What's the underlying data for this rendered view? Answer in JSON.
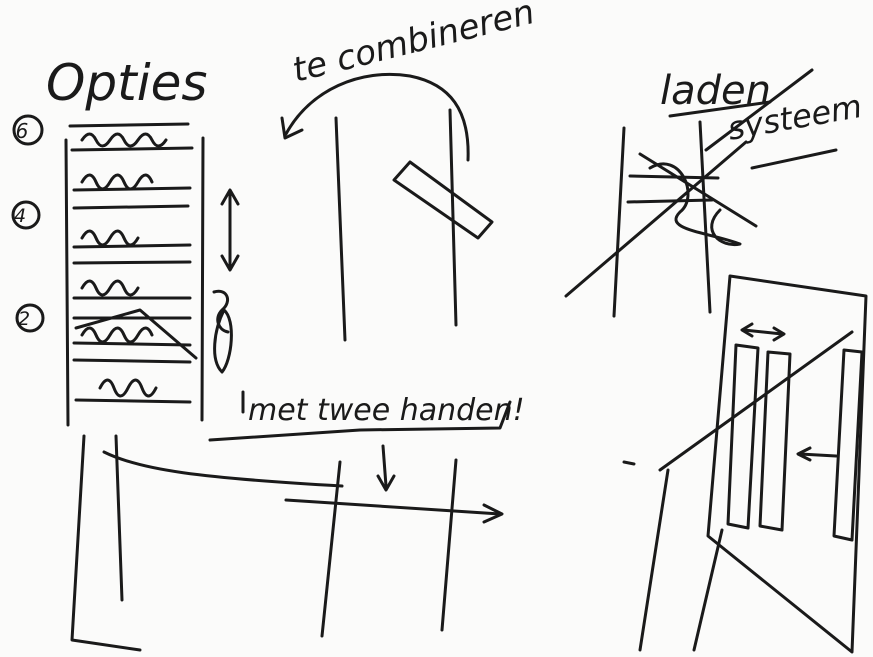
{
  "colors": {
    "paper": "#fbfbfa",
    "ink": "#1a1a1a"
  },
  "labels": {
    "opties": "Opties",
    "te_combineren": "te combineren",
    "laden": "laden",
    "systeem": "systeem",
    "met_twee_handen": "met twee handen!"
  },
  "option_numbers": {
    "six": "6",
    "four": "4",
    "two": "2"
  }
}
